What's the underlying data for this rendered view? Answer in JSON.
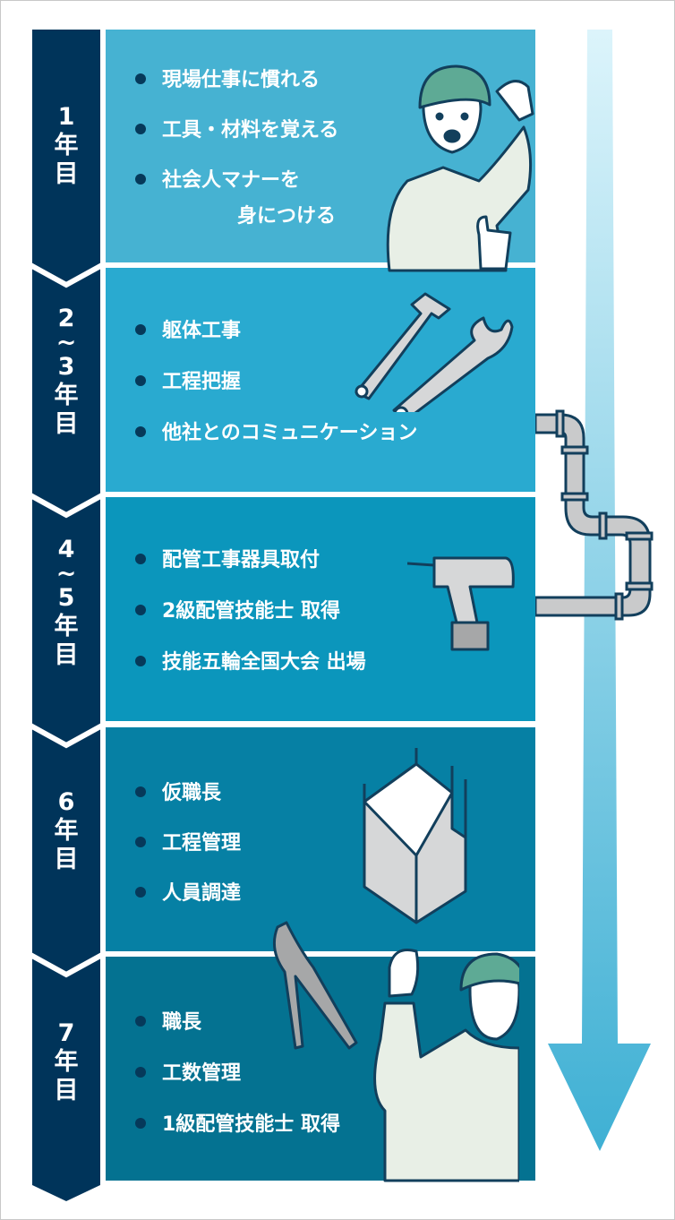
{
  "colors": {
    "rail": "#00345a",
    "stage1": "#46b2d2",
    "stage2": "#29aad0",
    "stage3": "#0b96bc",
    "stage4": "#0680a4",
    "stage5": "#047291",
    "arrow_top": "#dcf4fb",
    "arrow_bottom": "#3fb0d4"
  },
  "stages": [
    {
      "label": [
        "1",
        "年",
        "目"
      ],
      "items": [
        "現場仕事に慣れる",
        "工具・材料を覚える",
        "社会人マナーを",
        "身につける"
      ],
      "illustration": "worker-saluting-icon"
    },
    {
      "label": [
        "2",
        "~",
        "3",
        "年",
        "目"
      ],
      "items": [
        "躯体工事",
        "工程把握",
        "他社とのコミュニケーション"
      ],
      "illustration": "wrench-icon"
    },
    {
      "label": [
        "4",
        "~",
        "5",
        "年",
        "目"
      ],
      "items": [
        "配管工事器具取付",
        "2級配管技能士 取得",
        "技能五輪全国大会 出場"
      ],
      "illustration": "drill-icon"
    },
    {
      "label": [
        "6",
        "年",
        "目"
      ],
      "items": [
        "仮職長",
        "工程管理",
        "人員調達"
      ],
      "illustration": "building-icon"
    },
    {
      "label": [
        "7",
        "年",
        "目"
      ],
      "items": [
        "職長",
        "工数管理",
        "1級配管技能士 取得"
      ],
      "illustration": "worker-fist-icon"
    }
  ]
}
